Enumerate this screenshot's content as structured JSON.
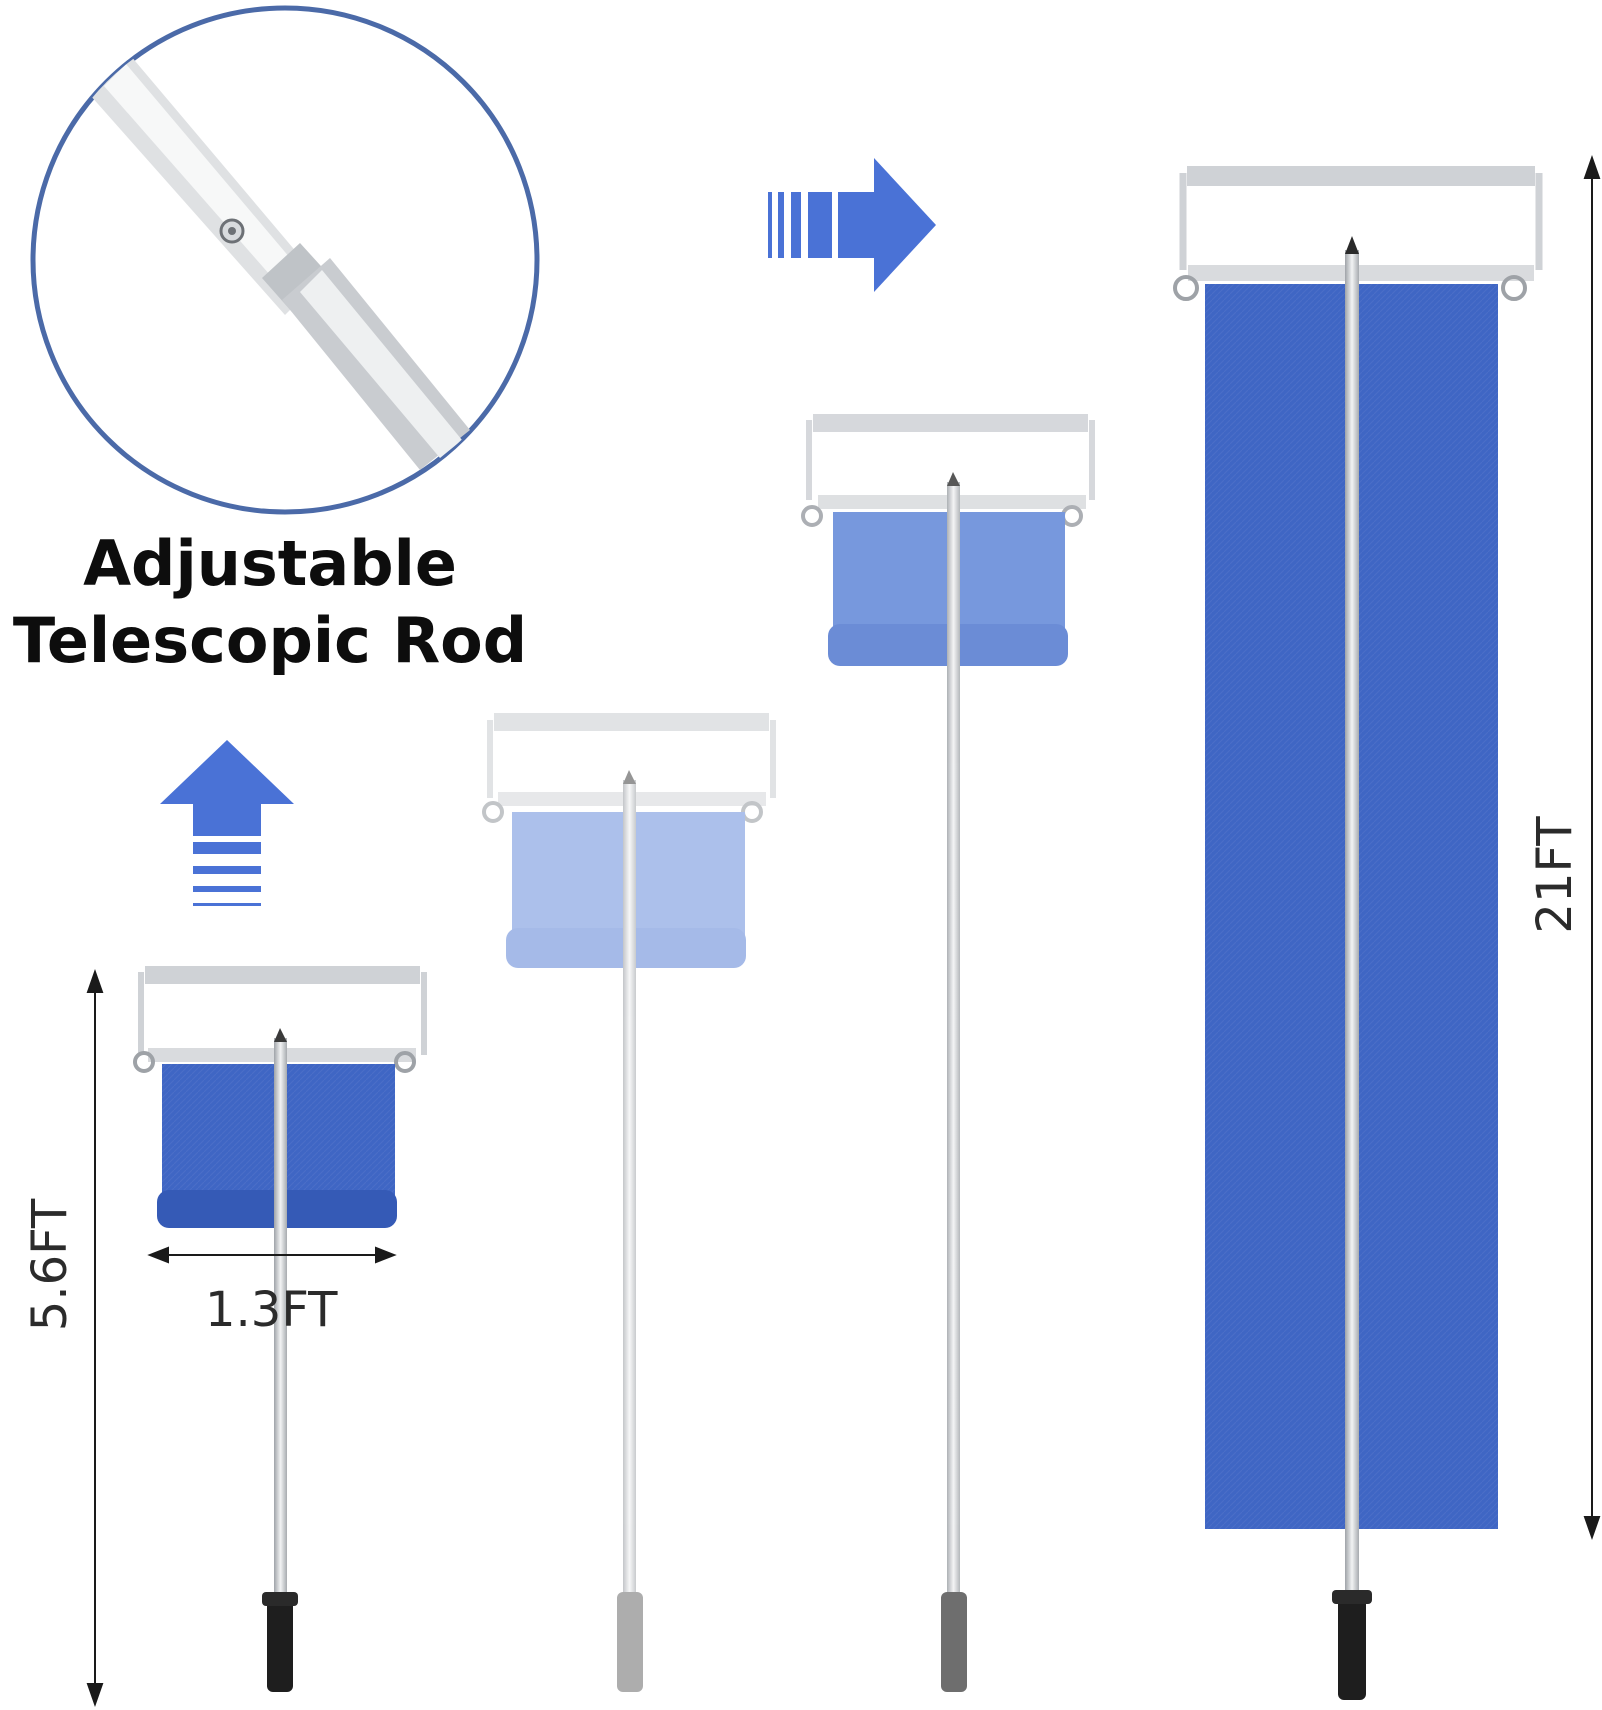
{
  "headline": {
    "line1": "Adjustable",
    "line2": "Telescopic Rod"
  },
  "dimensions": {
    "width": "1.3FT",
    "min_length": "5.6FT",
    "max_length": "21FT"
  },
  "colors": {
    "arrow_blue": "#4a72d6",
    "circle_outline": "#4b6aa8",
    "fabric_dark": "#3f66c4",
    "fabric_light": "#9ab4ea",
    "frame_silver": "#cfd2d6",
    "handle_black": "#1e1e1e"
  },
  "icons": {
    "zoom": "magnifier-circle",
    "right_arrow": "dashed-arrow-right",
    "up_arrow": "dashed-arrow-up"
  }
}
